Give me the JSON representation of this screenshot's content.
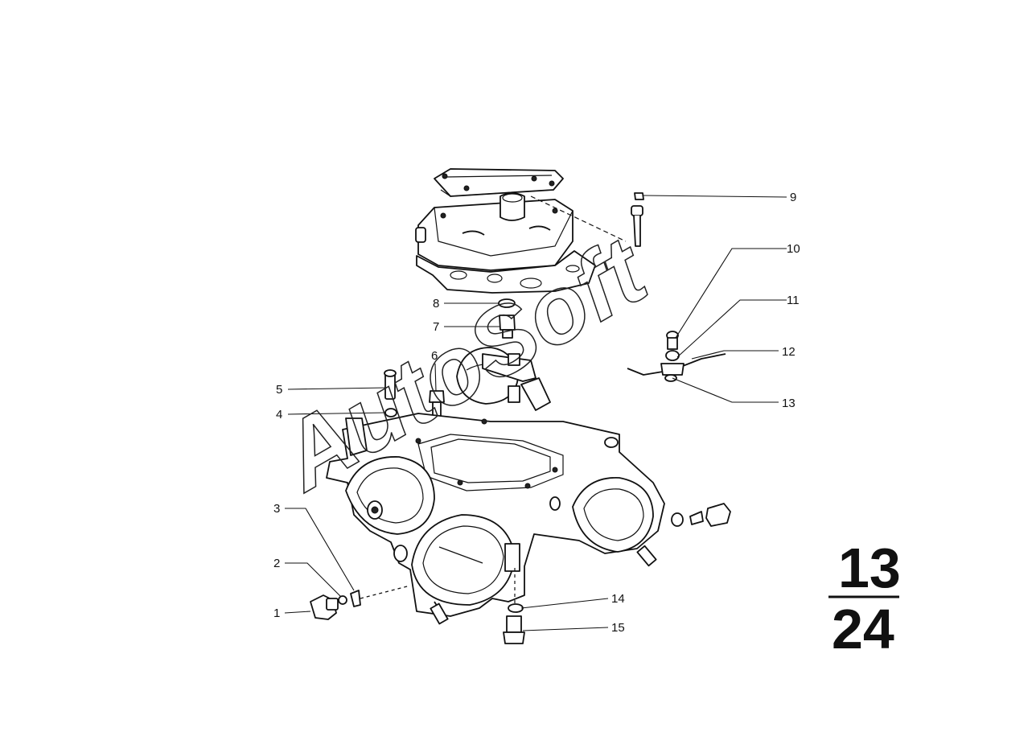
{
  "watermark": "AutoSoft",
  "page": {
    "section": "13",
    "page": "24"
  },
  "callouts": [
    "1",
    "2",
    "3",
    "4",
    "5",
    "6",
    "7",
    "8",
    "9",
    "10",
    "11",
    "12",
    "13",
    "14",
    "15"
  ]
}
